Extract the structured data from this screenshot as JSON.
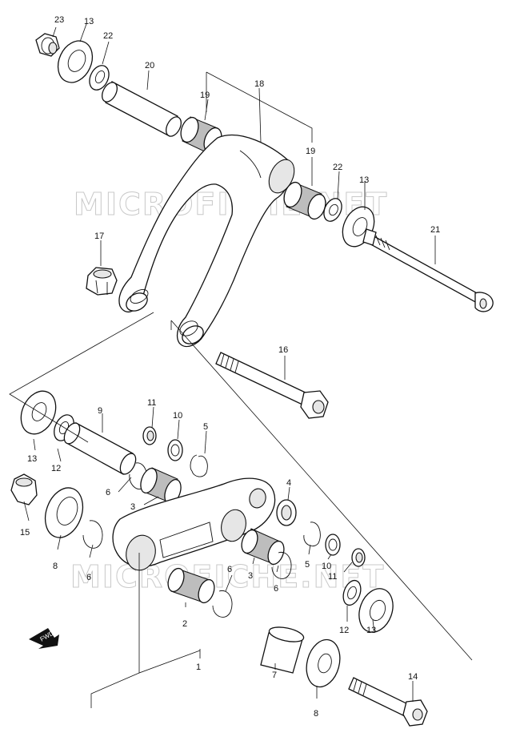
{
  "watermarks": [
    "MICROFICHE.NET",
    "MICROFICHE.NET"
  ],
  "fwd_label": "FWD",
  "callouts": [
    {
      "id": "23",
      "text": "23"
    },
    {
      "id": "13a",
      "text": "13"
    },
    {
      "id": "22a",
      "text": "22"
    },
    {
      "id": "20",
      "text": "20"
    },
    {
      "id": "18",
      "text": "18"
    },
    {
      "id": "19a",
      "text": "19"
    },
    {
      "id": "19b",
      "text": "19"
    },
    {
      "id": "22b",
      "text": "22"
    },
    {
      "id": "13b",
      "text": "13"
    },
    {
      "id": "21",
      "text": "21"
    },
    {
      "id": "17",
      "text": "17"
    },
    {
      "id": "16",
      "text": "16"
    },
    {
      "id": "9",
      "text": "9"
    },
    {
      "id": "11a",
      "text": "11"
    },
    {
      "id": "10a",
      "text": "10"
    },
    {
      "id": "5a",
      "text": "5"
    },
    {
      "id": "13c",
      "text": "13"
    },
    {
      "id": "12a",
      "text": "12"
    },
    {
      "id": "6a",
      "text": "6"
    },
    {
      "id": "3a",
      "text": "3"
    },
    {
      "id": "4",
      "text": "4"
    },
    {
      "id": "15",
      "text": "15"
    },
    {
      "id": "8a",
      "text": "8"
    },
    {
      "id": "6b",
      "text": "6"
    },
    {
      "id": "6c",
      "text": "6"
    },
    {
      "id": "3b",
      "text": "3"
    },
    {
      "id": "6d",
      "text": "6"
    },
    {
      "id": "5b",
      "text": "5"
    },
    {
      "id": "10b",
      "text": "10"
    },
    {
      "id": "11b",
      "text": "11"
    },
    {
      "id": "2",
      "text": "2"
    },
    {
      "id": "12b",
      "text": "12"
    },
    {
      "id": "13d",
      "text": "13"
    },
    {
      "id": "1",
      "text": "1"
    },
    {
      "id": "7",
      "text": "7"
    },
    {
      "id": "8b",
      "text": "8"
    },
    {
      "id": "14",
      "text": "14"
    }
  ]
}
